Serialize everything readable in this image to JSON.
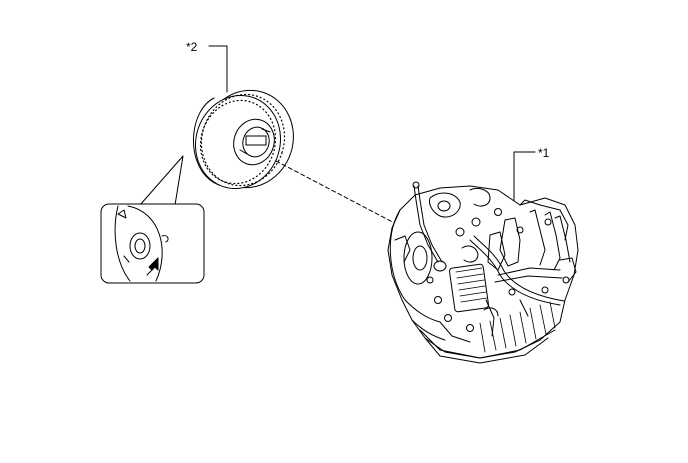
{
  "callouts": {
    "part1": "*1",
    "part2": "*2"
  },
  "parts": [
    {
      "id": "*1",
      "icon": "transaxle-assembly-icon"
    },
    {
      "id": "*2",
      "icon": "torque-converter-icon"
    }
  ],
  "detail_view": {
    "icon": "arrow-icon"
  },
  "colors": {
    "line": "#000000",
    "background": "#ffffff"
  }
}
